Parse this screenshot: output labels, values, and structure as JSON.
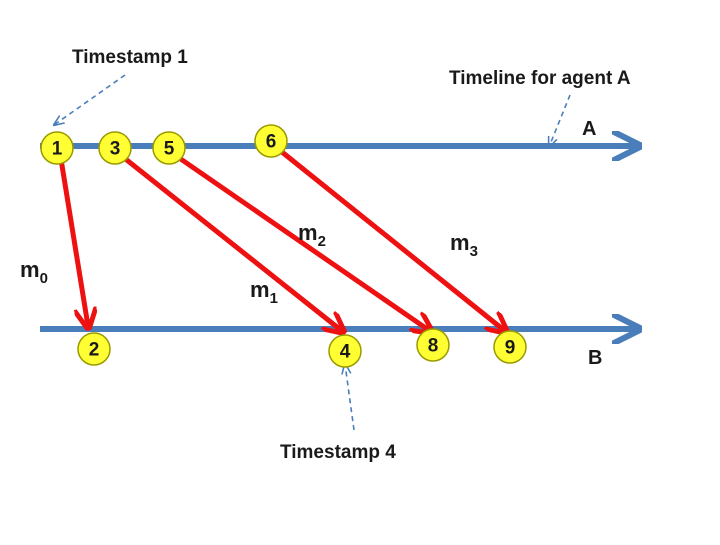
{
  "colors": {
    "timeline": "#4a7ebb",
    "message": "#ee1111",
    "node_fill": "#ffff33",
    "node_stroke": "#9a9a00",
    "pointer": "#4a7ebb"
  },
  "annotations": {
    "timestamp1": "Timestamp 1",
    "timeline_a": "Timeline for agent A",
    "timestamp4": "Timestamp 4"
  },
  "agents": {
    "a": "A",
    "b": "B"
  },
  "events": {
    "e1": "1",
    "e2": "2",
    "e3": "3",
    "e4": "4",
    "e5": "5",
    "e6": "6",
    "e8": "8",
    "e9": "9"
  },
  "messages": [
    {
      "id": "m0",
      "base": "m",
      "sub": "0"
    },
    {
      "id": "m1",
      "base": "m",
      "sub": "1"
    },
    {
      "id": "m2",
      "base": "m",
      "sub": "2"
    },
    {
      "id": "m3",
      "base": "m",
      "sub": "3"
    }
  ]
}
